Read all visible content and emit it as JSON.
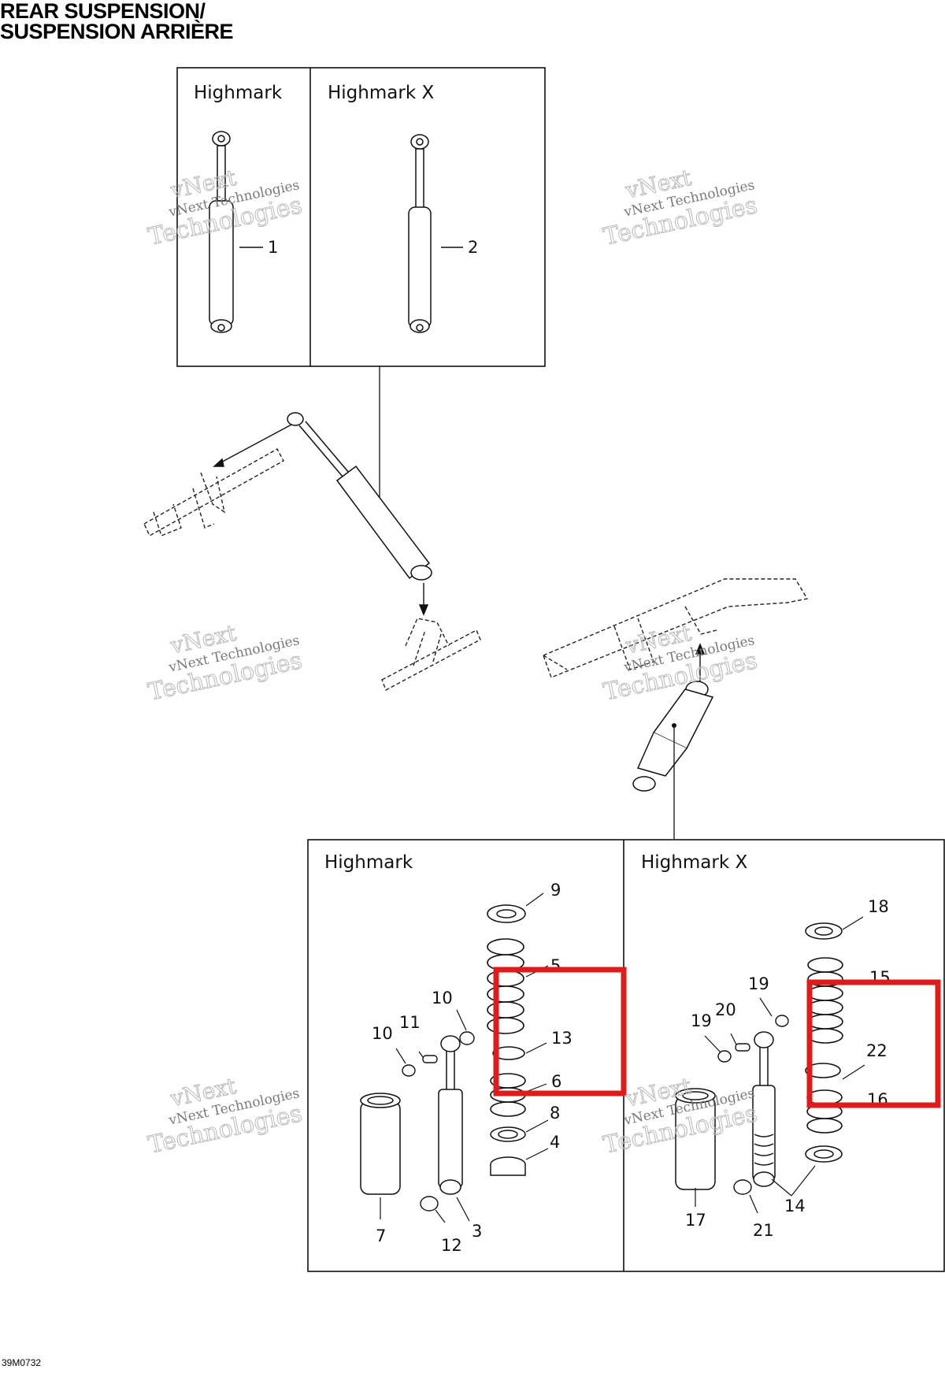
{
  "title": {
    "line1": "REAR SUSPENSION/",
    "line2": "SUSPENSION ARRIÈRE"
  },
  "top_panel": {
    "left_label": "Highmark",
    "right_label": "Highmark X",
    "callouts": [
      "1",
      "2"
    ]
  },
  "bottom_panel": {
    "left_label": "Highmark",
    "right_label": "Highmark X",
    "left_callouts": [
      "9",
      "5",
      "10",
      "11",
      "10",
      "13",
      "6",
      "8",
      "4",
      "7",
      "12",
      "3"
    ],
    "right_callouts": [
      "18",
      "19",
      "15",
      "20",
      "19",
      "22",
      "16",
      "14",
      "17",
      "21"
    ]
  },
  "watermark": {
    "line1": "vNext",
    "line2": "vNext Technologies",
    "line3": "Technologies"
  },
  "document_id": "39M0732",
  "highlight_color": "#e01b1b"
}
